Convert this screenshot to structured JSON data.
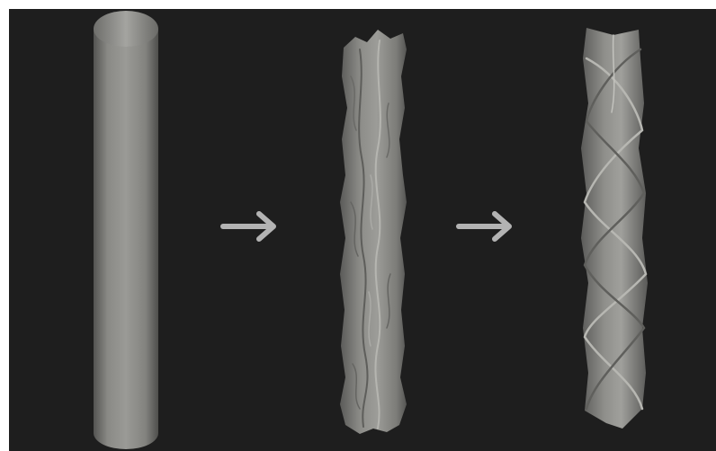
{
  "scene": {
    "background_color": "#1e1e1e",
    "object_color": "#8e8e8a",
    "arrow_color": "#b3b3b3",
    "stages": [
      {
        "name": "smooth-cylinder"
      },
      {
        "name": "crumpled-column"
      },
      {
        "name": "twisted-column"
      }
    ],
    "arrows": [
      {
        "icon": "right-arrow-icon"
      },
      {
        "icon": "right-arrow-icon"
      }
    ]
  }
}
